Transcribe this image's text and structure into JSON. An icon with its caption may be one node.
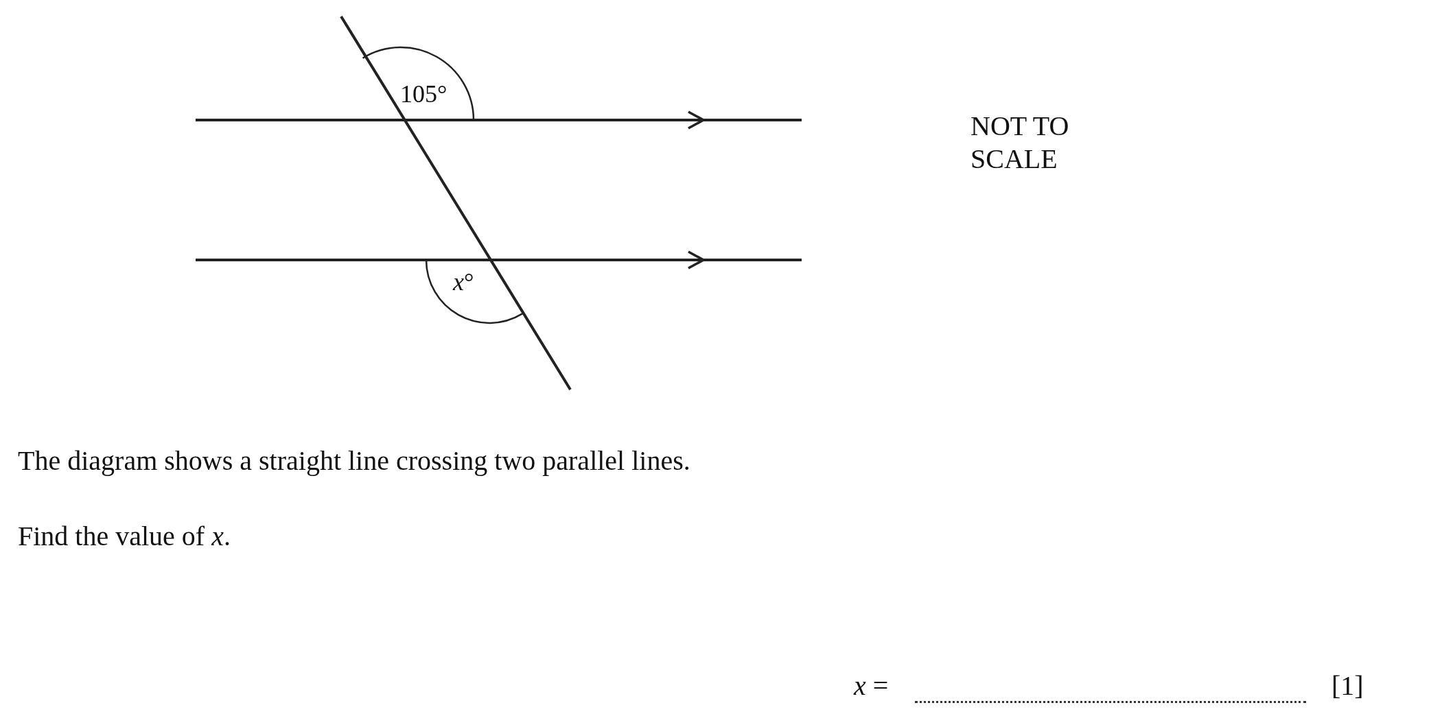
{
  "diagram": {
    "labels": [
      "105°",
      "NOT TO SCALE",
      "*x*°",
      "The diagram shows a straight line crossing two parallel lines.",
      "Find the value of *x*.",
      "*x* =",
      "[1]"
    ]
  }
}
